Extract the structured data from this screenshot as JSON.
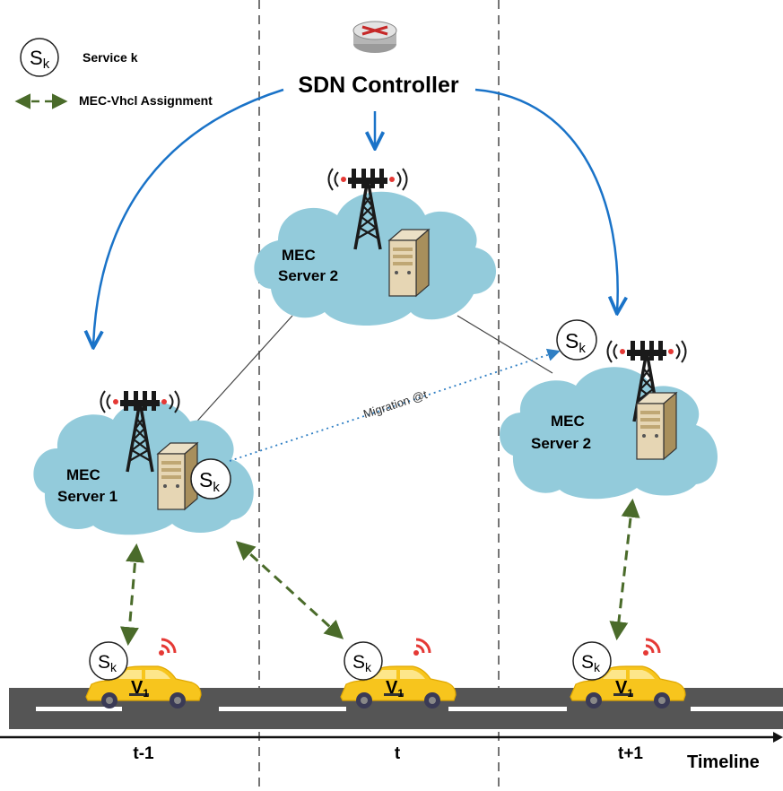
{
  "legend": {
    "service_symbol": "S",
    "service_subscript": "k",
    "service_label": "Service k",
    "assignment_label": "MEC-Vhcl Assignment"
  },
  "controller": {
    "label": "SDN Controller",
    "icon": "router-icon"
  },
  "servers": {
    "left": {
      "line1": "MEC",
      "line2": "Server 1"
    },
    "center": {
      "line1": "MEC",
      "line2": "Server 2"
    },
    "right": {
      "line1": "MEC",
      "line2": "Server 2"
    }
  },
  "service_badge": {
    "symbol": "S",
    "subscript": "k"
  },
  "vehicle": {
    "symbol": "V",
    "subscript": "1"
  },
  "migration_label": "Migration @t",
  "timeline": {
    "ticks": [
      "t-1",
      "t",
      "t+1"
    ],
    "label": "Timeline"
  },
  "colors": {
    "cloud": "#93cbdb",
    "controller_arrow": "#1a73c8",
    "assignment_arrow": "#4a6b2a",
    "migration_line": "#2f7fc4",
    "road": "#555555",
    "car": "#f7c51d",
    "signal": "#e53935"
  }
}
